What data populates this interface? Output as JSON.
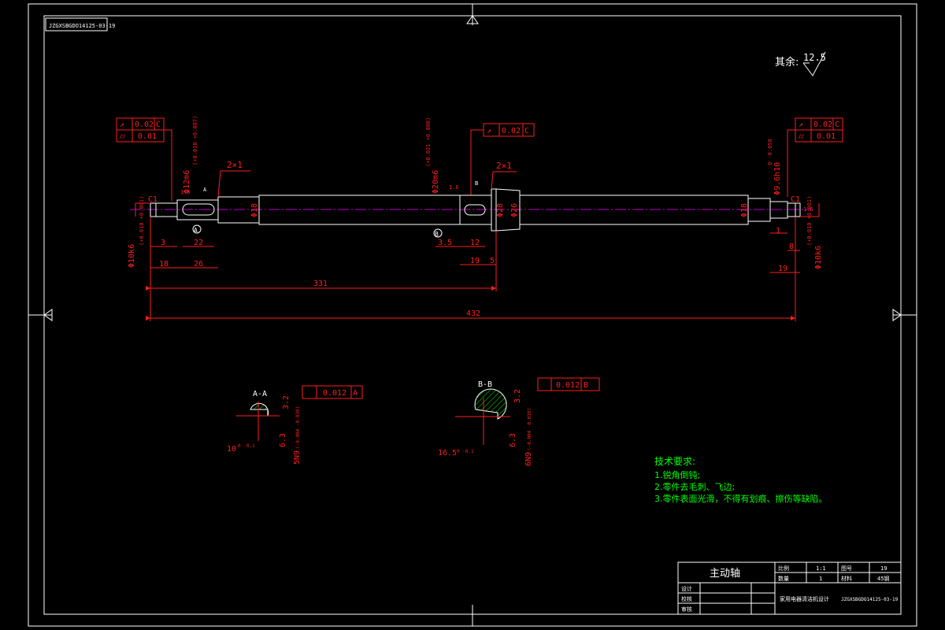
{
  "drawing": {
    "drawing_number_top": "JZGXSBGDO14125-03-19",
    "roughness_other": {
      "label": "其余:",
      "value": "12.5"
    }
  },
  "tolerance_frames": {
    "left": [
      {
        "symbol": "↗",
        "value": "0.02",
        "datum": "C"
      },
      {
        "symbol": "⌭",
        "value": "0.01",
        "datum": ""
      }
    ],
    "middle": [
      {
        "symbol": "↗",
        "value": "0.02",
        "datum": "C"
      }
    ],
    "right": [
      {
        "symbol": "↗",
        "value": "0.02",
        "datum": "C"
      },
      {
        "symbol": "⌭",
        "value": "0.01",
        "datum": ""
      }
    ]
  },
  "dimensions": {
    "chamfer_left": "2×1",
    "chamfer_right": "2×1",
    "c1_left": "C1",
    "c1_right": "C1",
    "d_left_end": "Φ10k6",
    "d_left_tol": "(+0.010 +0.001)",
    "d_left_bearing": "Φ12m6",
    "d_left_bearing_tol": "(+0.018 +0.007)",
    "d18_left": "Φ18",
    "d_mid": "Φ20m6",
    "d_mid_tol": "(+0.021 +0.008)",
    "d28": "Φ28",
    "d26": "Φ26",
    "d18_right": "Φ18",
    "d_right_bearing": "Φ9.6h10",
    "d_right_bearing_tol": "0 -0.058",
    "d_right_end": "Φ10k6",
    "d_right_tol": "(+0.010 +0.001)",
    "len_3": "3",
    "len_22": "22",
    "len_18": "18",
    "len_26": "26",
    "len_3_5": "3.5",
    "len_12": "12",
    "len_19": "19",
    "len_5": "5",
    "len_1": "1",
    "len_8": "8",
    "len_19_right": "19",
    "len_331": "331",
    "len_432": "432",
    "roughness_1_6": "1.6",
    "datum_a": "A",
    "datum_b": "B",
    "section_mark_a": "A",
    "section_mark_b": "B"
  },
  "sections": {
    "a": {
      "title": "A-A",
      "flatness": "0.012",
      "datum": "A",
      "roughness_1": "3.2",
      "roughness_2": "6.3",
      "width_dim": "10",
      "width_tol": "0 -0.1",
      "key_dim": "5N9",
      "key_tol": "(-0.004 -0.030)"
    },
    "b": {
      "title": "B-B",
      "flatness": "0.012",
      "datum": "B",
      "roughness_1": "3.2",
      "roughness_2": "6.3",
      "width_dim": "16.5",
      "width_tol": "0 -0.1",
      "key_dim": "6N9",
      "key_tol": "(-0.004 -0.030)"
    }
  },
  "tech_requirements": {
    "title": "技术要求:",
    "items": [
      "1.锐角倒钝;",
      "2.零件去毛刺、飞边;",
      "3.零件表面光滑，不得有划痕、擦伤等缺陷。"
    ]
  },
  "title_block": {
    "part_name": "主动轴",
    "scale_label": "比例",
    "scale_value": "1:1",
    "drawing_no_label": "图号",
    "drawing_no_value": "19",
    "qty_label": "数量",
    "qty_value": "1",
    "material_label": "材料",
    "material_value": "45钢",
    "designer_label": "设计",
    "checker_label": "校核",
    "approver_label": "审核",
    "project": "家用电器清洁机设计",
    "drawing_code": "JZGXSBGDO14125-03-19"
  },
  "colors": {
    "outline": "#ffffff",
    "dimension": "#ff1e1e",
    "centerline": "#c000c0",
    "notes": "#00ff00",
    "background": "#000000"
  }
}
